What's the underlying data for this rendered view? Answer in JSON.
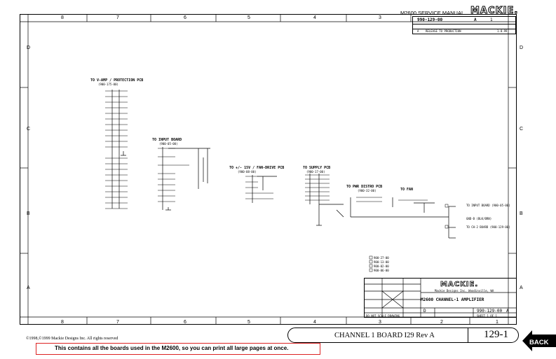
{
  "header": {
    "title": "M2600 SERVICE MANUAL",
    "logo": "MACKIE.",
    "doc_number": "990-129-00",
    "rev": "A",
    "sheet": "1",
    "revision_row": [
      "A",
      "RELEASE TO PRODUCTION",
      "1-8-99"
    ]
  },
  "zones": {
    "top_columns": [
      "8",
      "7",
      "6",
      "5",
      "4",
      "3",
      "2",
      "1"
    ],
    "bottom_columns": [
      "8",
      "7",
      "6",
      "5",
      "4",
      "3",
      "2",
      "1"
    ],
    "rows": [
      "D",
      "C",
      "B",
      "A"
    ]
  },
  "schematic": {
    "vamp_title": "TO V-AMP / PROTECTION PCB",
    "vamp_sub": "(900-175-00)",
    "input_title": "TO INPUT BOARD",
    "input_sub": "(900-05-00)",
    "fan_title": "TO +/- 15V / FAN-DRIVE PCB",
    "fan_sub": "(900-08-00)",
    "supply_title": "TO SUPPLY PCB",
    "supply_sub": "(900-17-00)",
    "pwr_title": "TO PWR DISTRO PCB",
    "pwr_sub": "(900-32-00)",
    "tofan_title": "TO FAN",
    "right_notes": [
      "TO INPUT BOARD (900-05-00)",
      "GND-B (BLK/BRN)",
      "TO CH-2 BOARD (900-129-00)"
    ],
    "legend": [
      "900-27-00",
      "900-13-00",
      "900-02-00",
      "900-06-00"
    ]
  },
  "title_block": {
    "logo": "MACKIE.",
    "company": "Mackie Designs Inc.  Woodinville, WA",
    "title": "M2600 CHANNEL-1 AMPLIFIER",
    "doc_number": "990-129-00",
    "rev": "A",
    "note": "DO NOT SCALE DRAWING",
    "size": "D",
    "sheet": "SHEET 1 OF 1"
  },
  "footer": {
    "copyright": "©1998,©1999 Mackie Designs Inc. All rights reserved",
    "caption": "CHANNEL 1 BOARD  I29 Rev A",
    "page": "129-1",
    "back": "BACK",
    "notice": "This contains all the boards used in the M2600, so you can print all large pages at once."
  }
}
